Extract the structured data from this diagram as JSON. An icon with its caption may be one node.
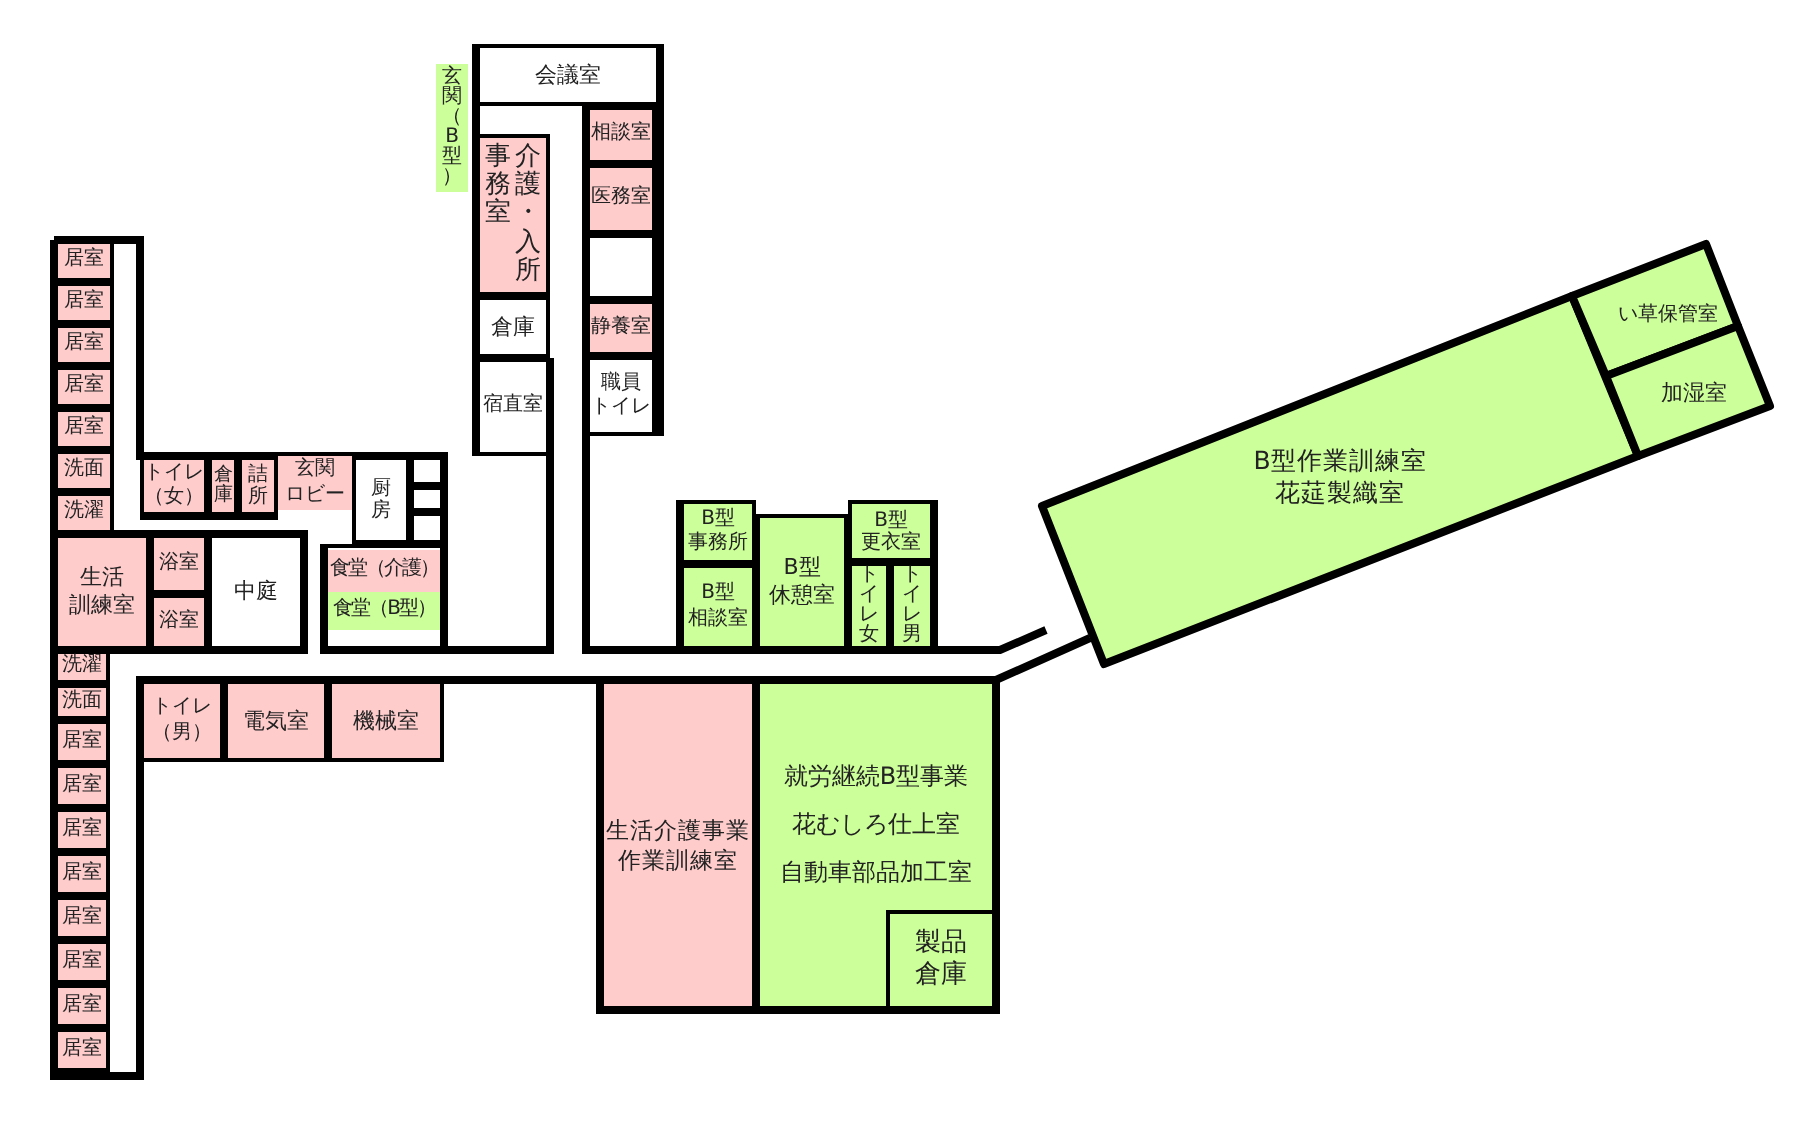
{
  "diagram": {
    "nodes": [
      {
        "text": [
          "玄関（B型）"
        ]
      },
      {
        "text": [
          "会議室"
        ]
      },
      {
        "text": [
          "介護・入所事務室"
        ]
      },
      {
        "text": [
          "倉庫"
        ]
      },
      {
        "text": [
          "宿直室"
        ]
      },
      {
        "text": [
          "相談室"
        ]
      },
      {
        "text": [
          "医務室"
        ]
      },
      {
        "text": [],
        "shape": "box"
      },
      {
        "text": [
          "静養室"
        ]
      },
      {
        "text": [
          "職員トイレ"
        ]
      },
      {
        "text": [
          "居室"
        ]
      },
      {
        "text": [
          "居室"
        ]
      },
      {
        "text": [
          "居室"
        ]
      },
      {
        "text": [
          "居室"
        ]
      },
      {
        "text": [
          "居室"
        ]
      },
      {
        "text": [
          "洗面"
        ]
      },
      {
        "text": [
          "洗濯"
        ]
      },
      {
        "text": [
          "トイレ（女）"
        ]
      },
      {
        "text": [
          "倉庫"
        ]
      },
      {
        "text": [
          "詰所"
        ]
      },
      {
        "text": [
          "玄関ロビー"
        ]
      },
      {
        "text": [
          "厨房"
        ]
      },
      {
        "text": [],
        "shape": "box"
      },
      {
        "text": [],
        "shape": "box"
      },
      {
        "text": [],
        "shape": "box"
      },
      {
        "text": [
          "生活訓練室"
        ]
      },
      {
        "text": [
          "浴室"
        ]
      },
      {
        "text": [
          "浴室"
        ]
      },
      {
        "text": [
          "中庭"
        ]
      },
      {
        "text": [],
        "shape": "box"
      },
      {
        "text": [
          "食堂（介護）"
        ],
        "in": 29
      },
      {
        "text": [
          "食堂（B型）"
        ],
        "in": 29
      },
      {
        "text": [
          "洗濯"
        ]
      },
      {
        "text": [
          "洗面"
        ]
      },
      {
        "text": [
          "居室"
        ]
      },
      {
        "text": [
          "居室"
        ]
      },
      {
        "text": [
          "居室"
        ]
      },
      {
        "text": [
          "居室"
        ]
      },
      {
        "text": [
          "居室"
        ]
      },
      {
        "text": [
          "居室"
        ]
      },
      {
        "text": [
          "居室"
        ]
      },
      {
        "text": [
          "居室"
        ]
      },
      {
        "text": [
          "トイレ（男）"
        ]
      },
      {
        "text": [
          "電気室"
        ]
      },
      {
        "text": [
          "機械室"
        ]
      },
      {
        "text": [
          "B型事務所"
        ]
      },
      {
        "text": [
          "B型相談室"
        ]
      },
      {
        "text": [
          "B型休憩室"
        ]
      },
      {
        "text": [
          "B型更衣室"
        ]
      },
      {
        "text": [
          "トイレ女"
        ]
      },
      {
        "text": [
          "トイレ男"
        ]
      },
      {
        "text": [
          "生活介護事業作業訓練室"
        ]
      },
      {
        "text": [
          "就労継続B型事業花むしろ仕上室自動車部品加工室"
        ]
      },
      {
        "text": [
          "製品倉庫"
        ],
        "in": 52
      },
      {
        "text": [
          "B型作業訓練室花莚製織室"
        ]
      },
      {
        "text": [
          "い草保管室"
        ]
      },
      {
        "text": [
          "加湿室"
        ]
      }
    ]
  }
}
